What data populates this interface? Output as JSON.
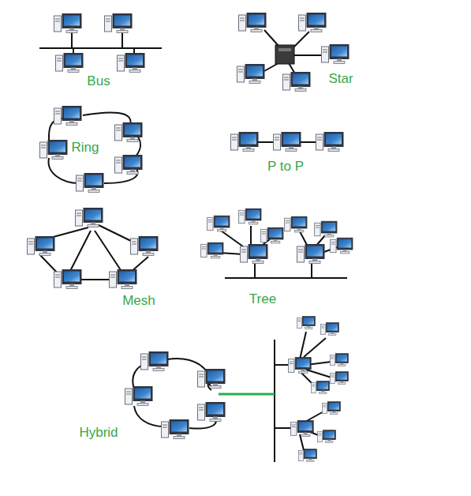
{
  "diagram": {
    "labels": [
      "Bus",
      "Star",
      "Ring",
      "P to P",
      "Mesh",
      "Tree",
      "Hybrid"
    ]
  }
}
